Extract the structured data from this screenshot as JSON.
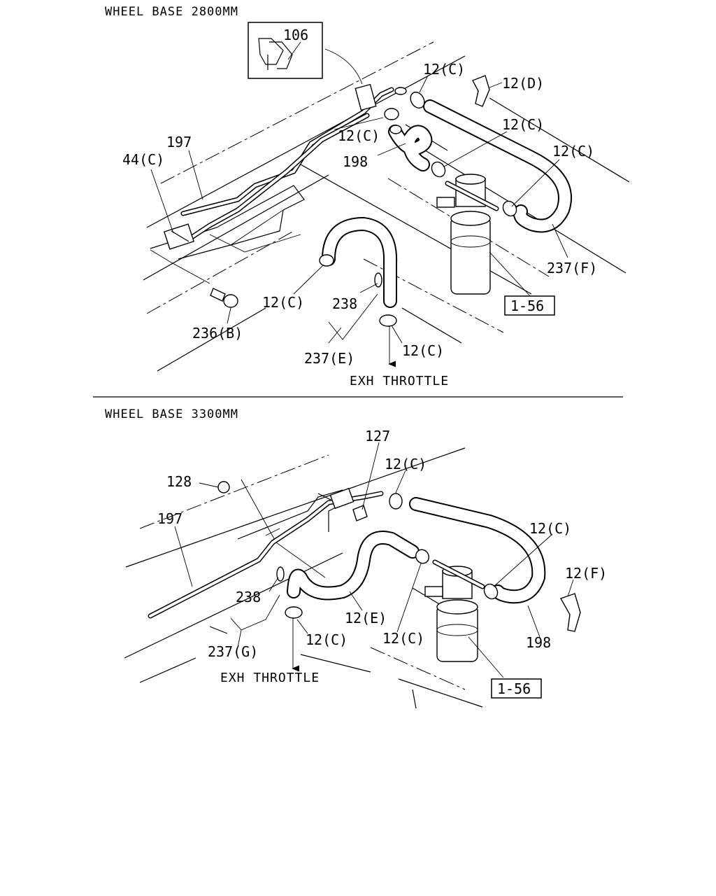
{
  "top_diagram": {
    "title": "WHEEL BASE 2800MM",
    "labels": {
      "p106": "106",
      "p12c_a": "12(C)",
      "p12d": "12(D)",
      "p197": "197",
      "p12c_b": "12(C)",
      "p12c_c": "12(C)",
      "p44c": "44(C)",
      "p198": "198",
      "p12c_d": "12(C)",
      "p237f": "237(F)",
      "ref156": "1-56",
      "p12c_e": "12(C)",
      "p238": "238",
      "p236b": "236(B)",
      "p12c_f": "12(C)",
      "p237e": "237(E)"
    },
    "annotation": "EXH THROTTLE"
  },
  "bottom_diagram": {
    "title": "WHEEL BASE 3300MM",
    "labels": {
      "p127": "127",
      "p128": "128",
      "p12c_a": "12(C)",
      "p197": "197",
      "p12c_b": "12(C)",
      "p12f": "12(F)",
      "p238": "238",
      "p12e": "12(E)",
      "p237g": "237(G)",
      "p12c_c": "12(C)",
      "p12c_d": "12(C)",
      "p198": "198",
      "ref156": "1-56"
    },
    "annotation": "EXH THROTTLE"
  }
}
